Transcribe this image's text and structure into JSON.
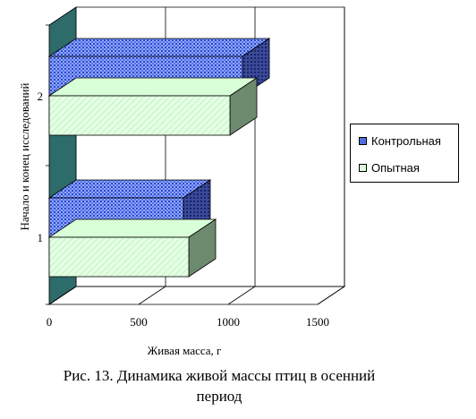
{
  "chart_data": {
    "type": "bar",
    "orientation": "horizontal",
    "three_d": true,
    "categories": [
      "1",
      "2"
    ],
    "series": [
      {
        "name": "Контрольная",
        "values": [
          750,
          1080
        ],
        "color": "#3a5fcd",
        "pattern": "grid"
      },
      {
        "name": "Опытная",
        "values": [
          780,
          1010
        ],
        "color": "#d8ffd8",
        "pattern": "diagonal"
      }
    ],
    "x_ticks": [
      "0",
      "500",
      "1000",
      "1500"
    ],
    "xlabel": "Живая масса, г",
    "ylabel": "Начало и конец исследований",
    "xlim": [
      0,
      1500
    ],
    "grid": true,
    "legend_position": "right"
  },
  "caption": {
    "line1": "Рис. 13. Динамика живой массы птиц в осенний",
    "line2": "период"
  },
  "colors": {
    "wall": "#2e6b6b",
    "control": "#3a5fcd",
    "control_side": "#1e2e7a",
    "experimental": "#d8ffd8",
    "experimental_side": "#6e8a6e"
  }
}
